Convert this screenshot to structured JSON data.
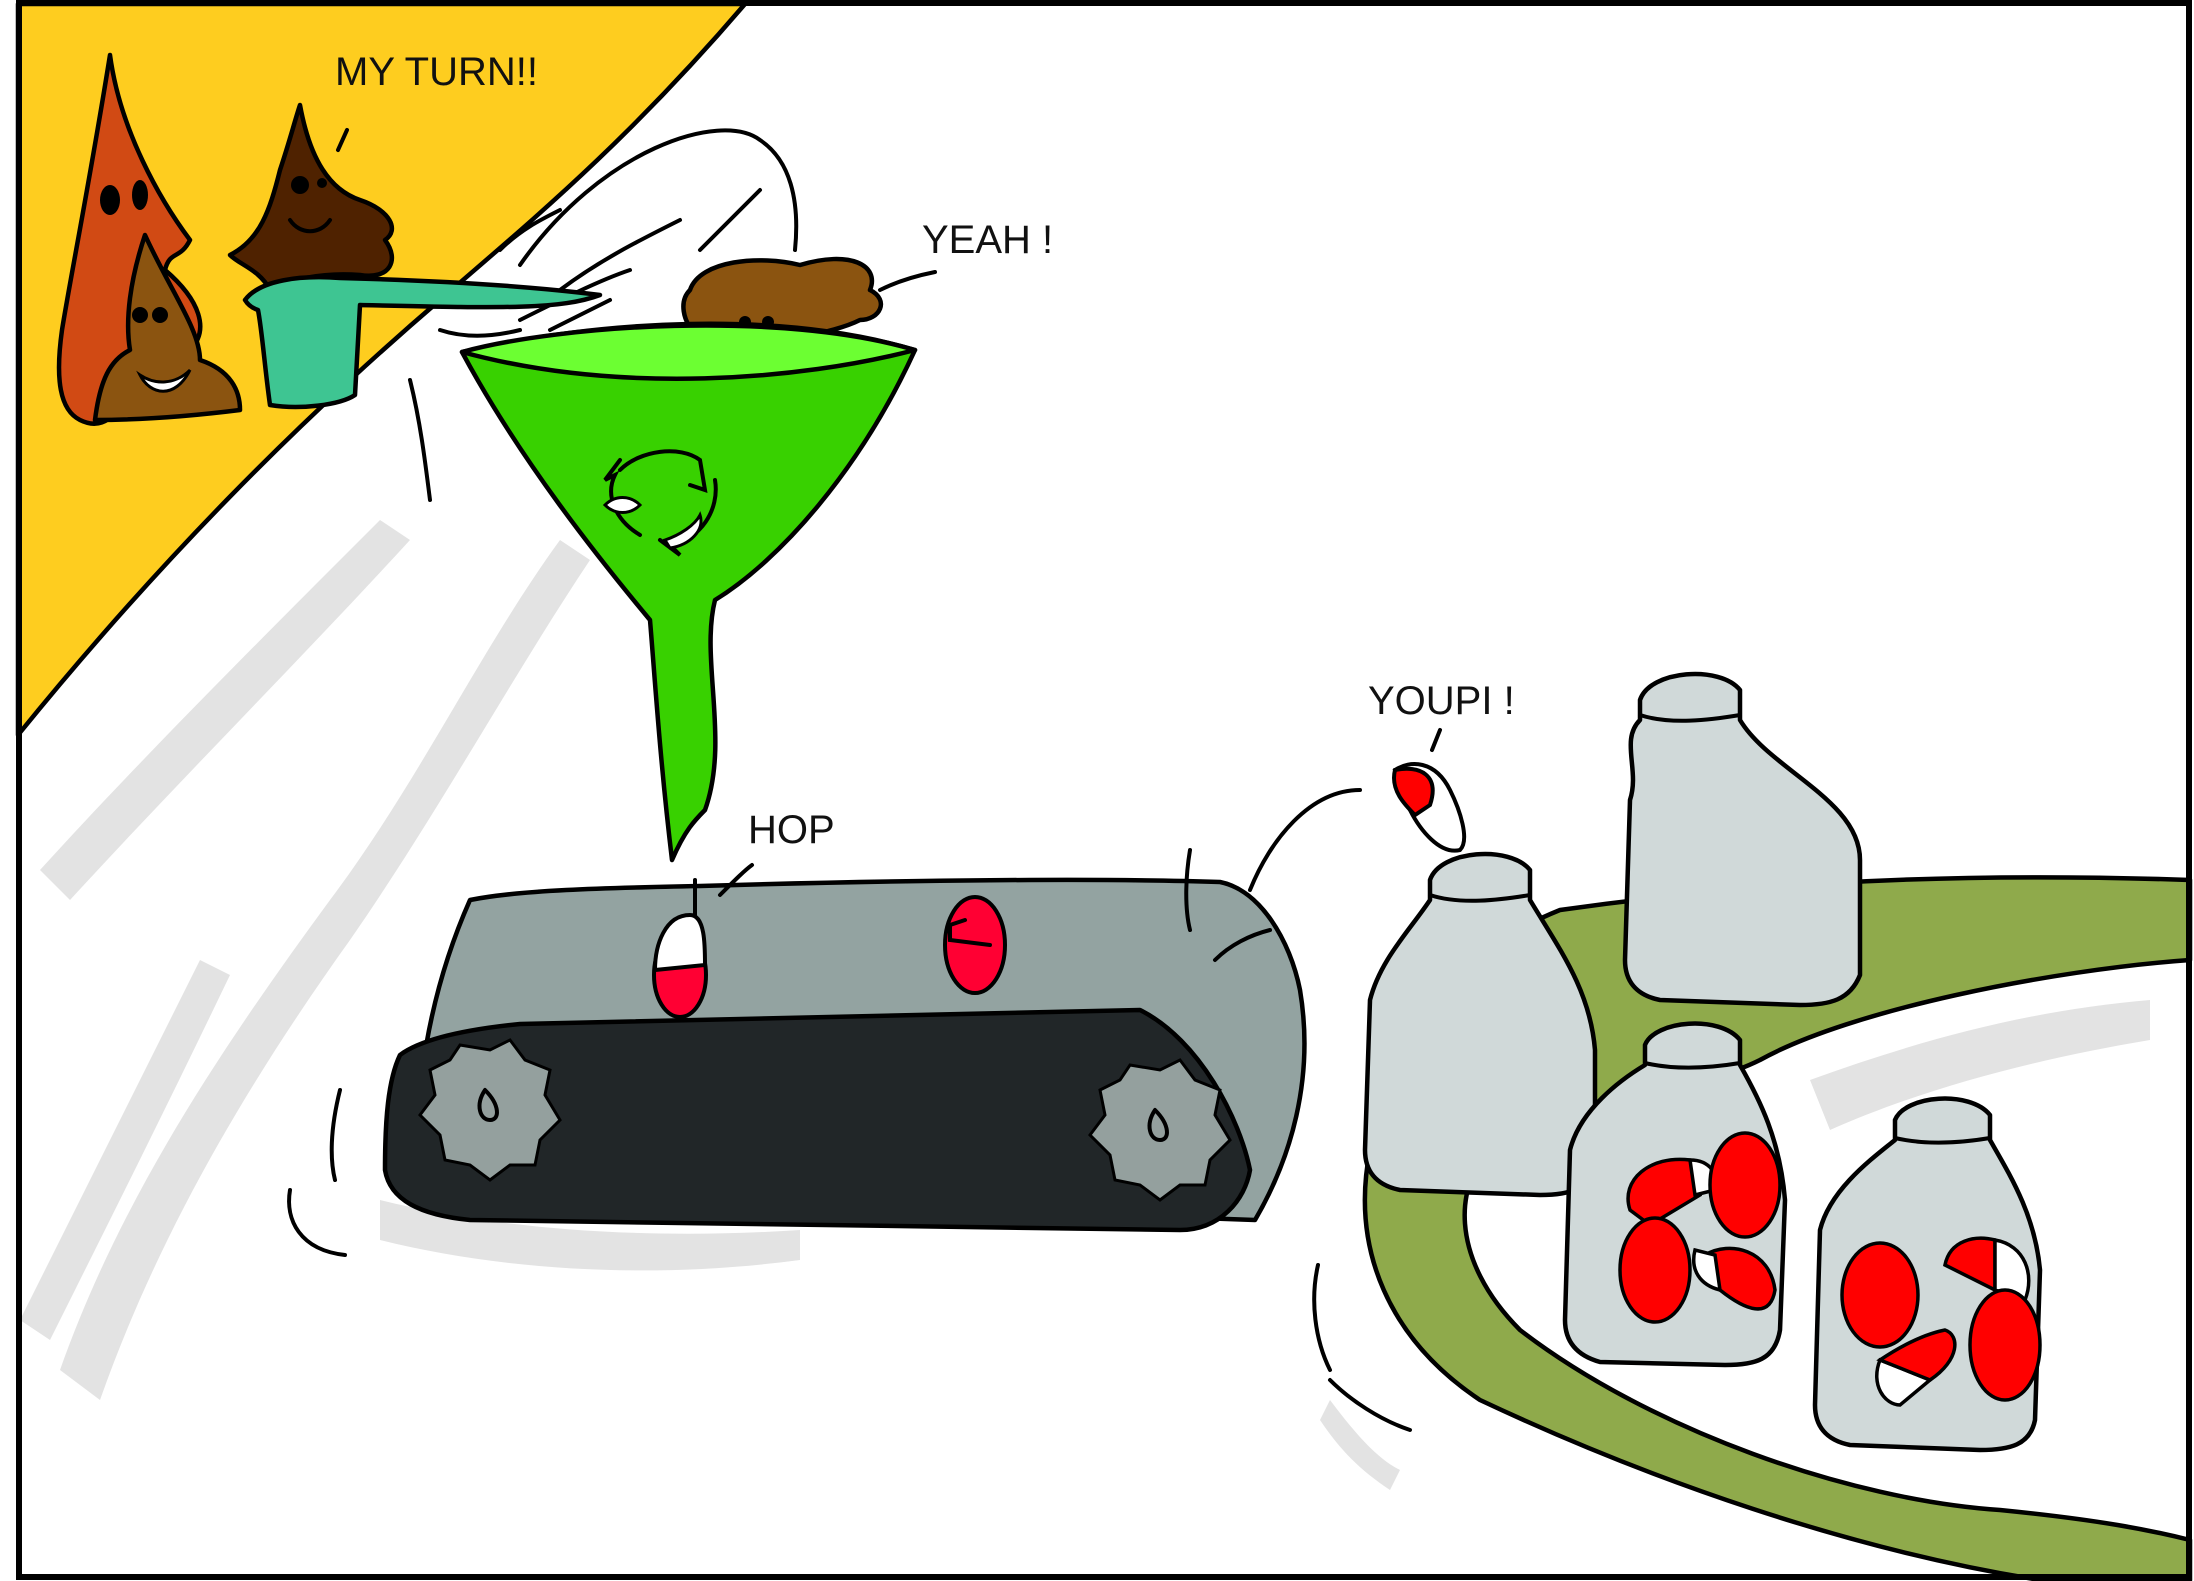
{
  "comic": {
    "panel_title": "",
    "speech": {
      "my_turn": "MY TURN!!",
      "yeah": "YEAH !",
      "hop": "HOP",
      "youpi": "YOUPI !"
    }
  },
  "palette": {
    "yellow_background": "#fecd1f",
    "poop_orange": "#d14a14",
    "poop_dark_brown": "#4f2200",
    "poop_brown": "#8b5410",
    "spoon_teal": "#3ec592",
    "funnel_light_green": "#6cff32",
    "funnel_green": "#38d100",
    "belt_gray": "#93a3a1",
    "belt_dark": "#212628",
    "gear_gray": "#94a09e",
    "pill_red": "#ff0033",
    "jar_gray": "#d0d9d9",
    "ground_olive": "#8faa4b",
    "shadow_gray": "#e3e3e3",
    "border_black": "#000000"
  },
  "objects": {
    "poop_characters": 4,
    "belt_pills": 2,
    "flying_capsule": 1,
    "jars_total": 4,
    "jars_with_pills": 2,
    "pills_per_filled_jar": 4
  },
  "icons": [
    "recycle-icon",
    "gear-icon",
    "capsule-icon",
    "jar-icon",
    "funnel-icon",
    "spoon-icon"
  ]
}
